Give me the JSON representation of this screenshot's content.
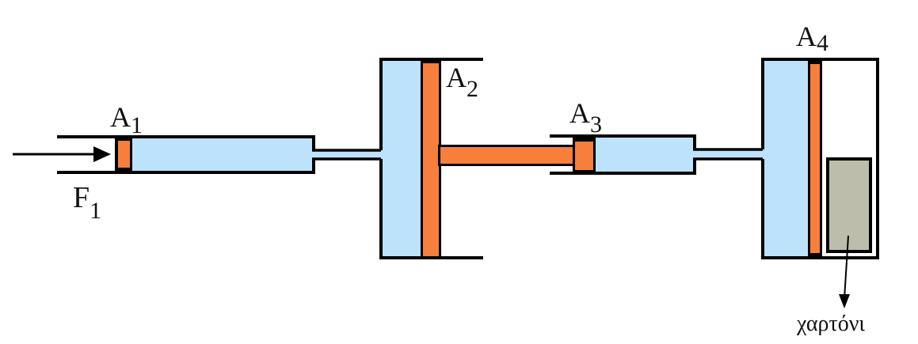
{
  "labels": {
    "a1": {
      "main": "A",
      "sub": "1"
    },
    "a2": {
      "main": "A",
      "sub": "2"
    },
    "a3": {
      "main": "A",
      "sub": "3"
    },
    "a4": {
      "main": "A",
      "sub": "4"
    },
    "f1": {
      "main": "F",
      "sub": "1"
    },
    "cardboard": "χαρτόνι"
  },
  "colors": {
    "fluid": "#bde2fb",
    "piston": "#f77f3b",
    "cardboard": "#bdbdac",
    "outline": "#000000"
  }
}
